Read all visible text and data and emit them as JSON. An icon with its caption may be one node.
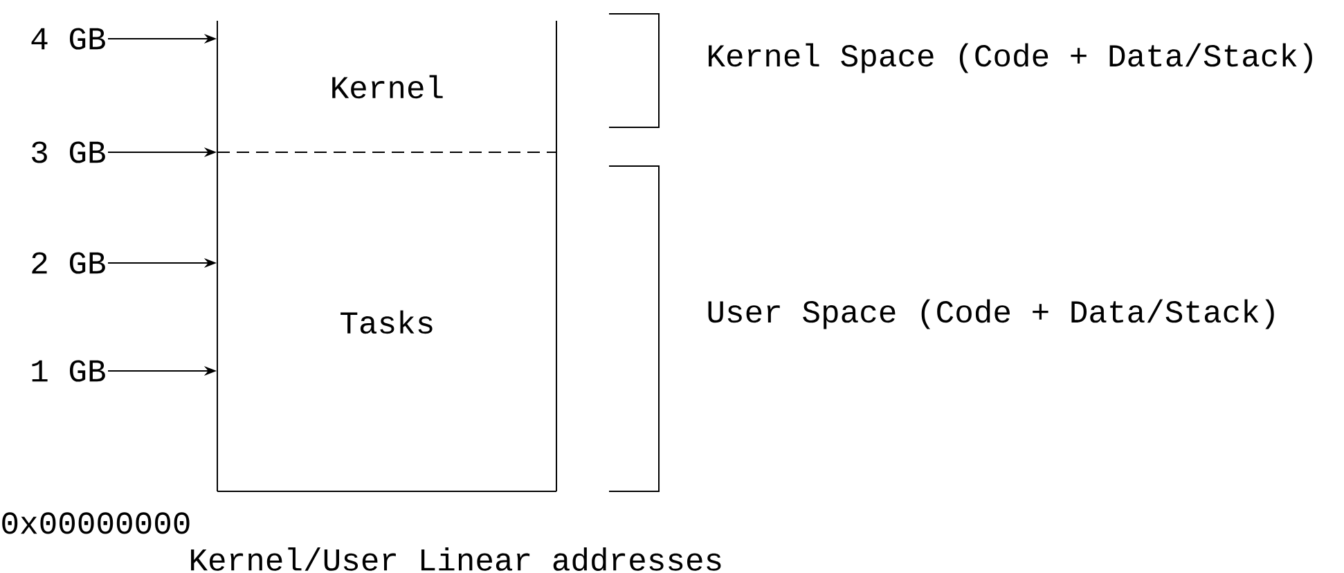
{
  "diagram": {
    "caption": "Kernel/User Linear addresses",
    "nodes": [
      {
        "text": [
          "4 GB"
        ]
      },
      {
        "text": [
          "Kernel"
        ]
      },
      {
        "text": [
          "3 GB"
        ]
      },
      {
        "text": [
          "Tasks"
        ]
      },
      {
        "text": [
          "2 GB"
        ]
      },
      {
        "text": [
          "1 GB"
        ]
      }
    ],
    "edges": [
      {
        "from": 0,
        "to": 1,
        "arrow": "to"
      },
      {
        "from": 2,
        "to": 3,
        "arrow": "to"
      },
      {
        "from": 4,
        "to": 3,
        "arrow": "to"
      },
      {
        "from": 5,
        "to": 3,
        "arrow": "to"
      }
    ],
    "labels": [
      "Kernel Space (Code + Data/Stack)",
      "User Space (Code + Data/Stack)",
      "0x00000000"
    ]
  }
}
